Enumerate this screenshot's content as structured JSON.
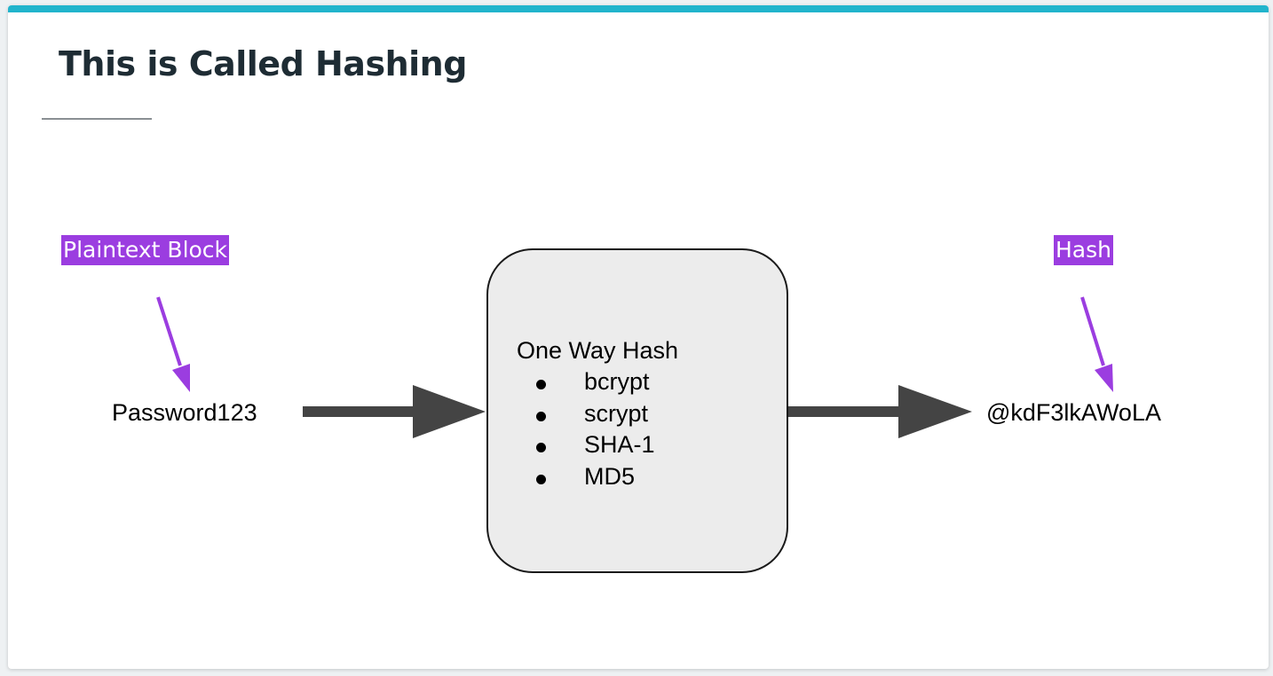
{
  "slide": {
    "title": "This is Called Hashing",
    "accent_color": "#21b4cc"
  },
  "diagram": {
    "input_tag": "Plaintext Block",
    "input_value": "Password123",
    "process_title": "One Way Hash",
    "algorithms": [
      "bcrypt",
      "scrypt",
      "SHA-1",
      "MD5"
    ],
    "output_tag": "Hash",
    "output_value": "@kdF3lkAWoLA",
    "tag_color": "#9b3de0",
    "arrow_color": "#444444",
    "pointer_arrow_color": "#9b3de0",
    "box_fill": "#ececec"
  }
}
